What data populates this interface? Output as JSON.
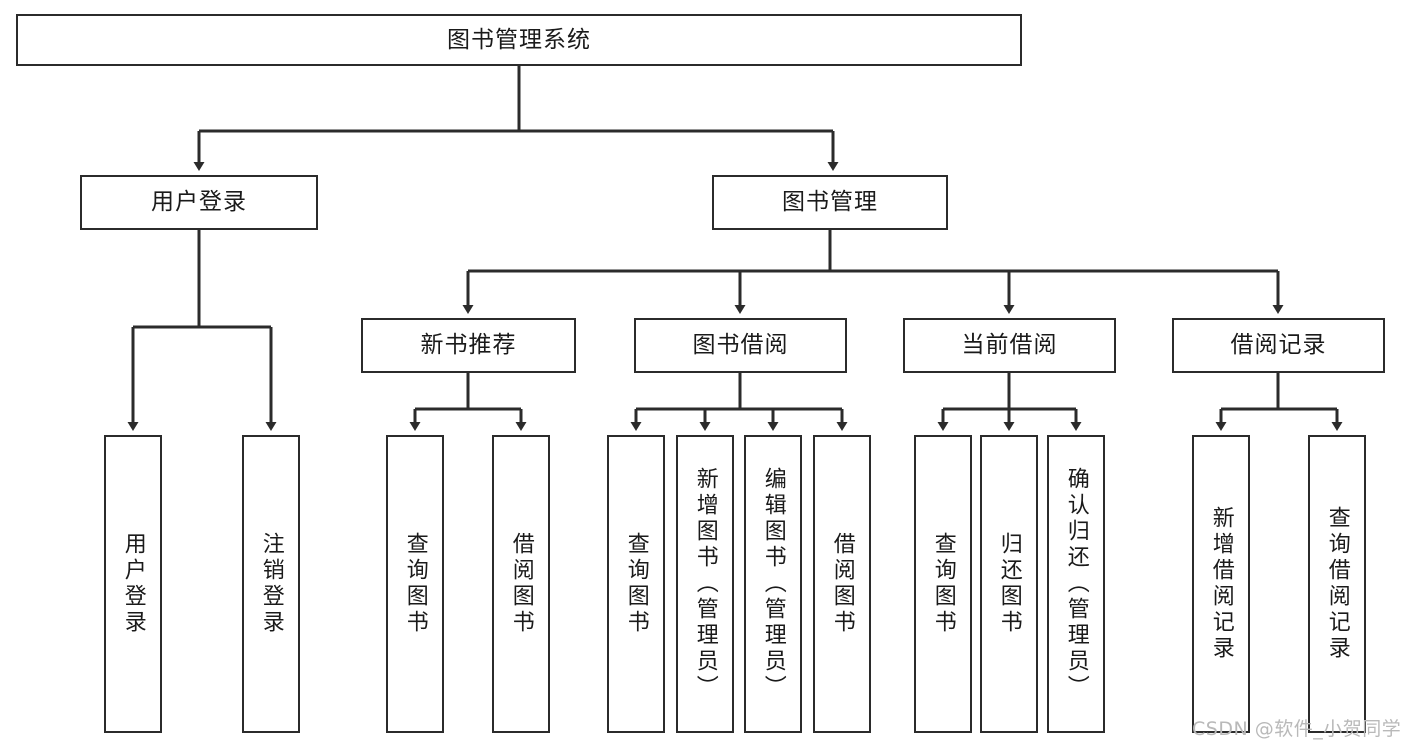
{
  "diagram": {
    "title": "图书管理系统",
    "watermark": "CSDN @软件_小贺同学",
    "line_color": "#2b2b2b",
    "box_fill": "#ffffff",
    "text_color": "#1a1a1a",
    "levels": {
      "root": {
        "label": "图书管理系统"
      },
      "level2": [
        {
          "label": "用户登录"
        },
        {
          "label": "图书管理"
        }
      ],
      "level3": [
        {
          "label": "新书推荐"
        },
        {
          "label": "图书借阅"
        },
        {
          "label": "当前借阅"
        },
        {
          "label": "借阅记录"
        }
      ],
      "leaves": [
        {
          "label": "用户登录"
        },
        {
          "label": "注销登录"
        },
        {
          "label": "查询图书"
        },
        {
          "label": "借阅图书"
        },
        {
          "label": "查询图书"
        },
        {
          "label": "新增图书（管理员）"
        },
        {
          "label": "编辑图书（管理员）"
        },
        {
          "label": "借阅图书"
        },
        {
          "label": "查询图书"
        },
        {
          "label": "归还图书"
        },
        {
          "label": "确认归还（管理员）"
        },
        {
          "label": "新增借阅记录"
        },
        {
          "label": "查询借阅记录"
        }
      ]
    }
  }
}
